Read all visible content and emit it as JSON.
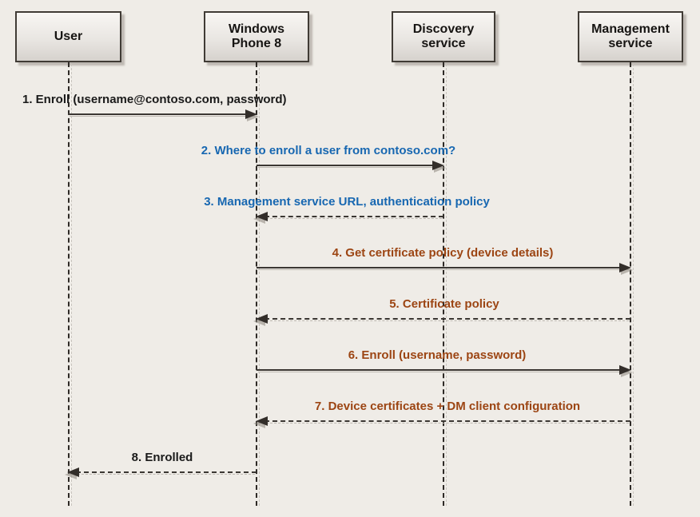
{
  "colors": {
    "background": "#efece7",
    "message_black": "#1a1a1a",
    "message_blue": "#1767b1",
    "message_brown": "#9c4513",
    "arrow_line": "#3b3733",
    "lifeline": "#2e2a26",
    "actor_border": "#403b35"
  },
  "diagram": {
    "actors": [
      {
        "id": "user",
        "label": "User"
      },
      {
        "id": "windows-phone-8",
        "label": "Windows Phone 8"
      },
      {
        "id": "discovery-service",
        "label": "Discovery service"
      },
      {
        "id": "management-service",
        "label": "Management service"
      }
    ],
    "messages": [
      {
        "label": "1. Enroll (username@contoso.com, password)",
        "from": "user",
        "to": "windows-phone-8",
        "line": "solid",
        "color": "black"
      },
      {
        "label": "2. Where to enroll a user from contoso.com?",
        "from": "windows-phone-8",
        "to": "discovery-service",
        "line": "solid",
        "color": "blue"
      },
      {
        "label": "3. Management service URL, authentication policy",
        "from": "discovery-service",
        "to": "windows-phone-8",
        "line": "dashed",
        "color": "blue"
      },
      {
        "label": "4. Get certificate policy (device details)",
        "from": "windows-phone-8",
        "to": "management-service",
        "line": "solid",
        "color": "brown"
      },
      {
        "label": "5. Certificate policy",
        "from": "management-service",
        "to": "windows-phone-8",
        "line": "dashed",
        "color": "brown"
      },
      {
        "label": "6. Enroll (username, password)",
        "from": "windows-phone-8",
        "to": "management-service",
        "line": "solid",
        "color": "brown"
      },
      {
        "label": "7. Device certificates + DM client configuration",
        "from": "management-service",
        "to": "windows-phone-8",
        "line": "dashed",
        "color": "brown"
      },
      {
        "label": "8. Enrolled",
        "from": "windows-phone-8",
        "to": "user",
        "line": "dashed",
        "color": "black"
      }
    ]
  }
}
